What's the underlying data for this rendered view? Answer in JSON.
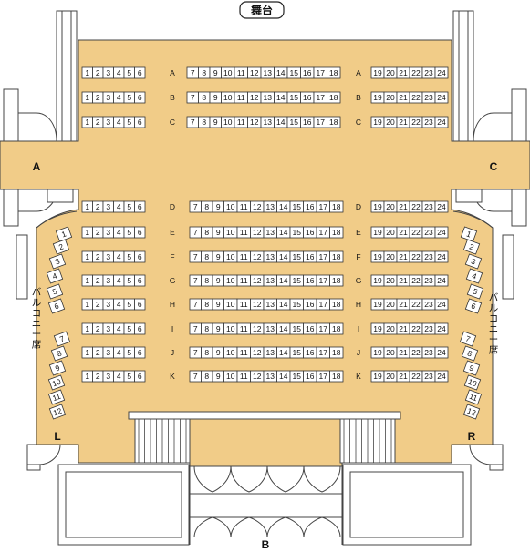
{
  "stage_label": "舞台",
  "doors": {
    "a": "A",
    "c": "C",
    "b": "B",
    "l": "L",
    "r": "R"
  },
  "balcony_label": "バルコニー席",
  "front_rows": [
    {
      "row": "A",
      "left": [
        "1",
        "2",
        "3",
        "4",
        "5",
        "6"
      ],
      "center": [
        "7",
        "8",
        "9",
        "10",
        "11",
        "12",
        "13",
        "14",
        "15",
        "16",
        "17",
        "18"
      ],
      "right": [
        "19",
        "20",
        "21",
        "22",
        "23",
        "24"
      ]
    },
    {
      "row": "B",
      "left": [
        "1",
        "2",
        "3",
        "4",
        "5",
        "6"
      ],
      "center": [
        "7",
        "8",
        "9",
        "10",
        "11",
        "12",
        "13",
        "14",
        "15",
        "16",
        "17",
        "18"
      ],
      "right": [
        "19",
        "20",
        "21",
        "22",
        "23",
        "24"
      ]
    },
    {
      "row": "C",
      "left": [
        "1",
        "2",
        "3",
        "4",
        "5",
        "6"
      ],
      "center": [
        "7",
        "8",
        "9",
        "10",
        "11",
        "12",
        "13",
        "14",
        "15",
        "16",
        "17",
        "18"
      ],
      "right": [
        "19",
        "20",
        "21",
        "22",
        "23",
        "24"
      ]
    }
  ],
  "back_rows": [
    {
      "row": "D",
      "left": [
        "1",
        "2",
        "3",
        "4",
        "5",
        "6"
      ],
      "center": [
        "7",
        "8",
        "9",
        "10",
        "11",
        "12",
        "13",
        "14",
        "15",
        "16",
        "17",
        "18"
      ],
      "right": [
        "19",
        "20",
        "21",
        "22",
        "23",
        "24"
      ]
    },
    {
      "row": "E",
      "left": [
        "1",
        "2",
        "3",
        "4",
        "5",
        "6"
      ],
      "center": [
        "7",
        "8",
        "9",
        "10",
        "11",
        "12",
        "13",
        "14",
        "15",
        "16",
        "17",
        "18"
      ],
      "right": [
        "19",
        "20",
        "21",
        "22",
        "23",
        "24"
      ]
    },
    {
      "row": "F",
      "left": [
        "1",
        "2",
        "3",
        "4",
        "5",
        "6"
      ],
      "center": [
        "7",
        "8",
        "9",
        "10",
        "11",
        "12",
        "13",
        "14",
        "15",
        "16",
        "17",
        "18"
      ],
      "right": [
        "19",
        "20",
        "21",
        "22",
        "23",
        "24"
      ]
    },
    {
      "row": "G",
      "left": [
        "1",
        "2",
        "3",
        "4",
        "5",
        "6"
      ],
      "center": [
        "7",
        "8",
        "9",
        "10",
        "11",
        "12",
        "13",
        "14",
        "15",
        "16",
        "17",
        "18"
      ],
      "right": [
        "19",
        "20",
        "21",
        "22",
        "23",
        "24"
      ]
    },
    {
      "row": "H",
      "left": [
        "1",
        "2",
        "3",
        "4",
        "5",
        "6"
      ],
      "center": [
        "7",
        "8",
        "9",
        "10",
        "11",
        "12",
        "13",
        "14",
        "15",
        "16",
        "17",
        "18"
      ],
      "right": [
        "19",
        "20",
        "21",
        "22",
        "23",
        "24"
      ]
    },
    {
      "row": "I",
      "left": [
        "1",
        "2",
        "3",
        "4",
        "5",
        "6"
      ],
      "center": [
        "7",
        "8",
        "9",
        "10",
        "11",
        "12",
        "13",
        "14",
        "15",
        "16",
        "17",
        "18"
      ],
      "right": [
        "19",
        "20",
        "21",
        "22",
        "23",
        "24"
      ]
    },
    {
      "row": "J",
      "left": [
        "1",
        "2",
        "3",
        "4",
        "5",
        "6"
      ],
      "center": [
        "7",
        "8",
        "9",
        "10",
        "11",
        "12",
        "13",
        "14",
        "15",
        "16",
        "17",
        "18"
      ],
      "right": [
        "19",
        "20",
        "21",
        "22",
        "23",
        "24"
      ]
    },
    {
      "row": "K",
      "left": [
        "1",
        "2",
        "3",
        "4",
        "5",
        "6"
      ],
      "center": [
        "7",
        "8",
        "9",
        "10",
        "11",
        "12",
        "13",
        "14",
        "15",
        "16",
        "17",
        "18"
      ],
      "right": [
        "19",
        "20",
        "21",
        "22",
        "23",
        "24"
      ]
    }
  ],
  "balcony_left": [
    "1",
    "2",
    "3",
    "4",
    "5",
    "6",
    "7",
    "8",
    "9",
    "10",
    "11",
    "12"
  ],
  "balcony_right": [
    "1",
    "2",
    "3",
    "4",
    "5",
    "6",
    "7",
    "8",
    "9",
    "10",
    "11",
    "12"
  ],
  "colors": {
    "floor": "#f1cc88",
    "outline": "#444444",
    "seat": "#ffffff",
    "background": "#ffffff"
  }
}
